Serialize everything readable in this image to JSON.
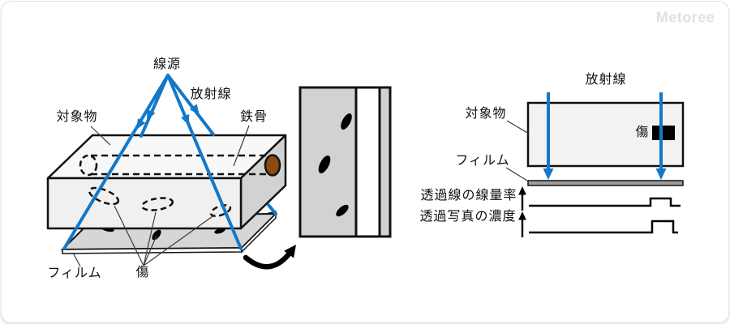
{
  "watermark": {
    "text": "Metoree"
  },
  "colors": {
    "blue": "#1478c8",
    "brown": "#8c4a10",
    "box_top": "#f8f8f8",
    "box_front": "#f0f0f0",
    "box_side": "#d2d2d2",
    "film_gray": "#d6d6d6",
    "panel_gray": "#d2d2d2",
    "object_fill": "#f2f2f2",
    "film_bar_gray": "#9e9e9e",
    "ink": "#111111",
    "leader_gray": "#3a3a3a",
    "watermark_gray": "#e1e1e1"
  },
  "left_diagram": {
    "labels": {
      "source": "線源",
      "radiation": "放射線",
      "object": "対象物",
      "steel_frame": "鉄骨",
      "film": "フィルム",
      "flaw": "傷"
    }
  },
  "right_diagram": {
    "labels": {
      "radiation": "放射線",
      "object": "対象物",
      "flaw": "傷",
      "film": "フィルム",
      "dose_rate": "透過線の線量率",
      "photo_density": "透過写真の濃度"
    }
  }
}
